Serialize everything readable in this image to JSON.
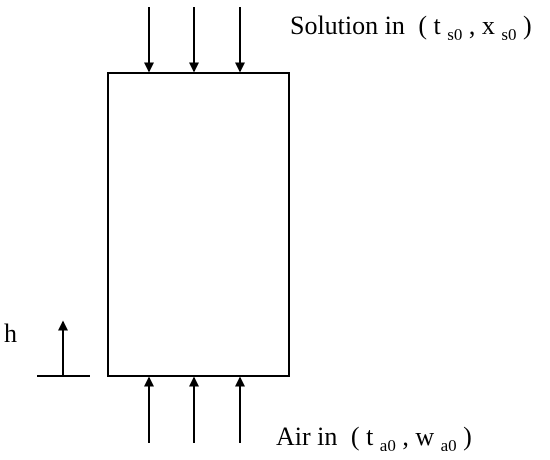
{
  "diagram": {
    "inlet_top": {
      "label": "Solution in",
      "open": "(",
      "var1": "t",
      "sub1": "s0",
      "sep": ", ",
      "var2": "x",
      "sub2": "s0",
      "close": ")"
    },
    "inlet_bottom": {
      "label": "Air in",
      "open": "(",
      "var1": "t",
      "sub1": "a0",
      "sep": ",",
      "var2": "w",
      "sub2": "a0",
      "close": ")"
    },
    "height_label": "h"
  }
}
